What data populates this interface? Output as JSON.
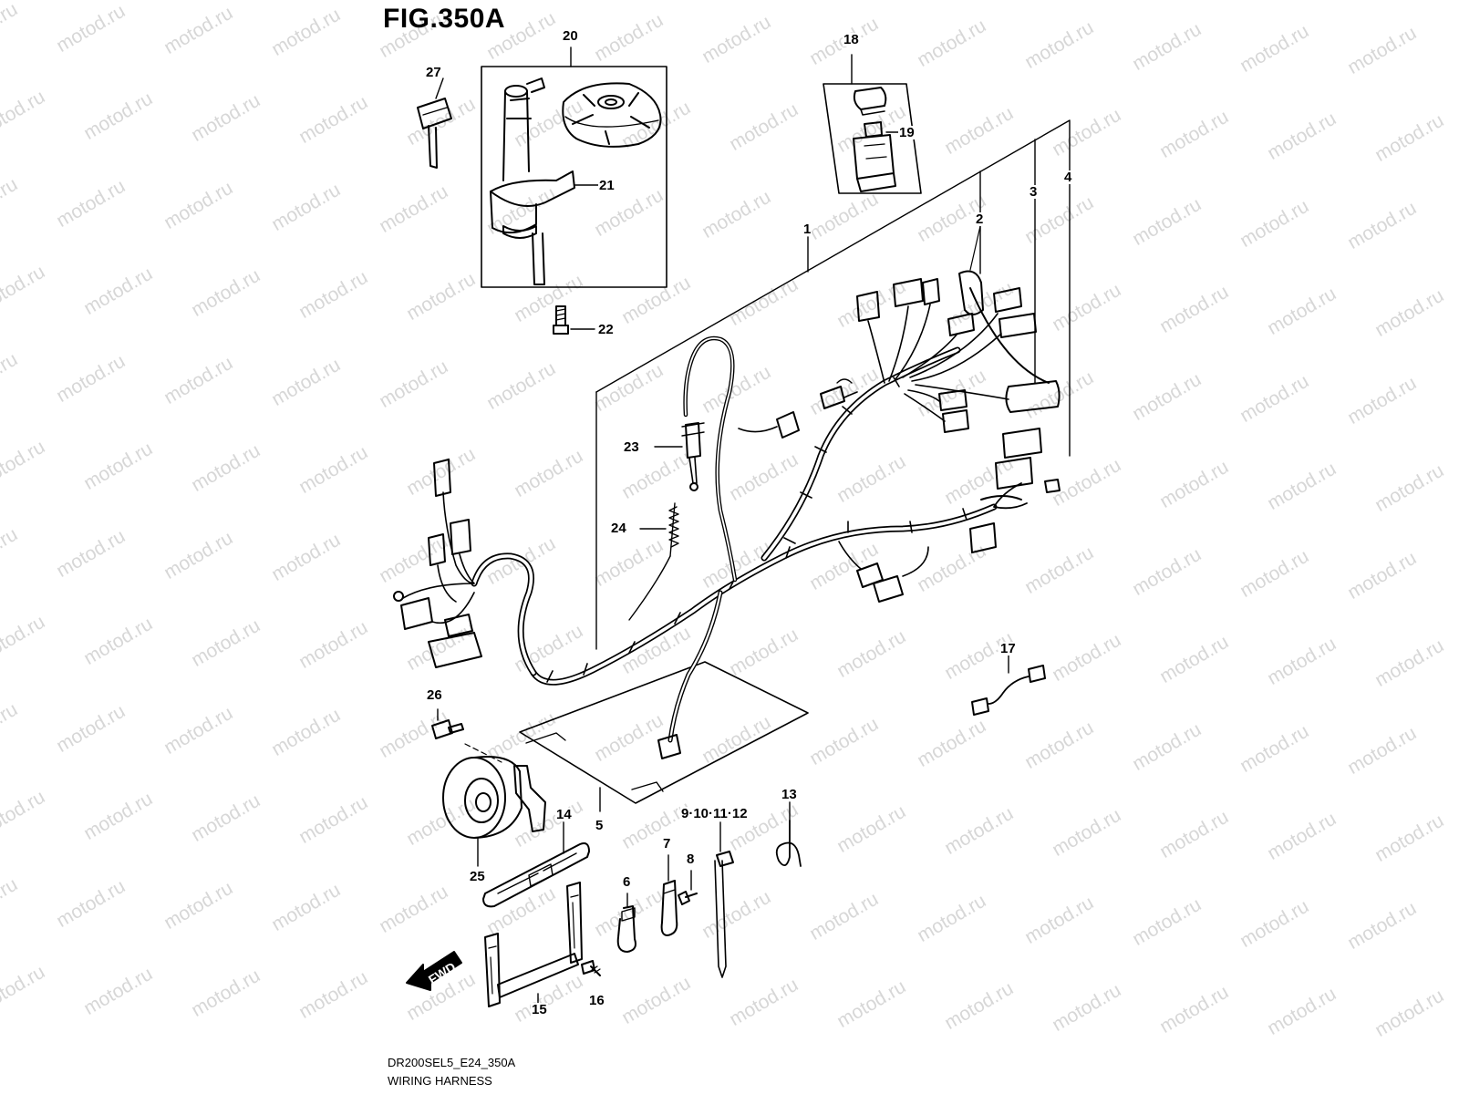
{
  "figure": {
    "title": "FIG.350A",
    "model_code": "DR200SEL5_E24_350A",
    "caption": "WIRING HARNESS",
    "fwd_label": "FWD"
  },
  "watermark": {
    "text": "motod.ru"
  },
  "callouts": {
    "c1": "1",
    "c2": "2",
    "c3": "3",
    "c4": "4",
    "c5": "5",
    "c6": "6",
    "c7": "7",
    "c8": "8",
    "c9_12": "9·10·11·12",
    "c13": "13",
    "c14": "14",
    "c15": "15",
    "c16": "16",
    "c17": "17",
    "c18": "18",
    "c19": "19",
    "c20": "20",
    "c21": "21",
    "c22": "22",
    "c23": "23",
    "c24": "24",
    "c25": "25",
    "c26": "26",
    "c27": "27"
  }
}
